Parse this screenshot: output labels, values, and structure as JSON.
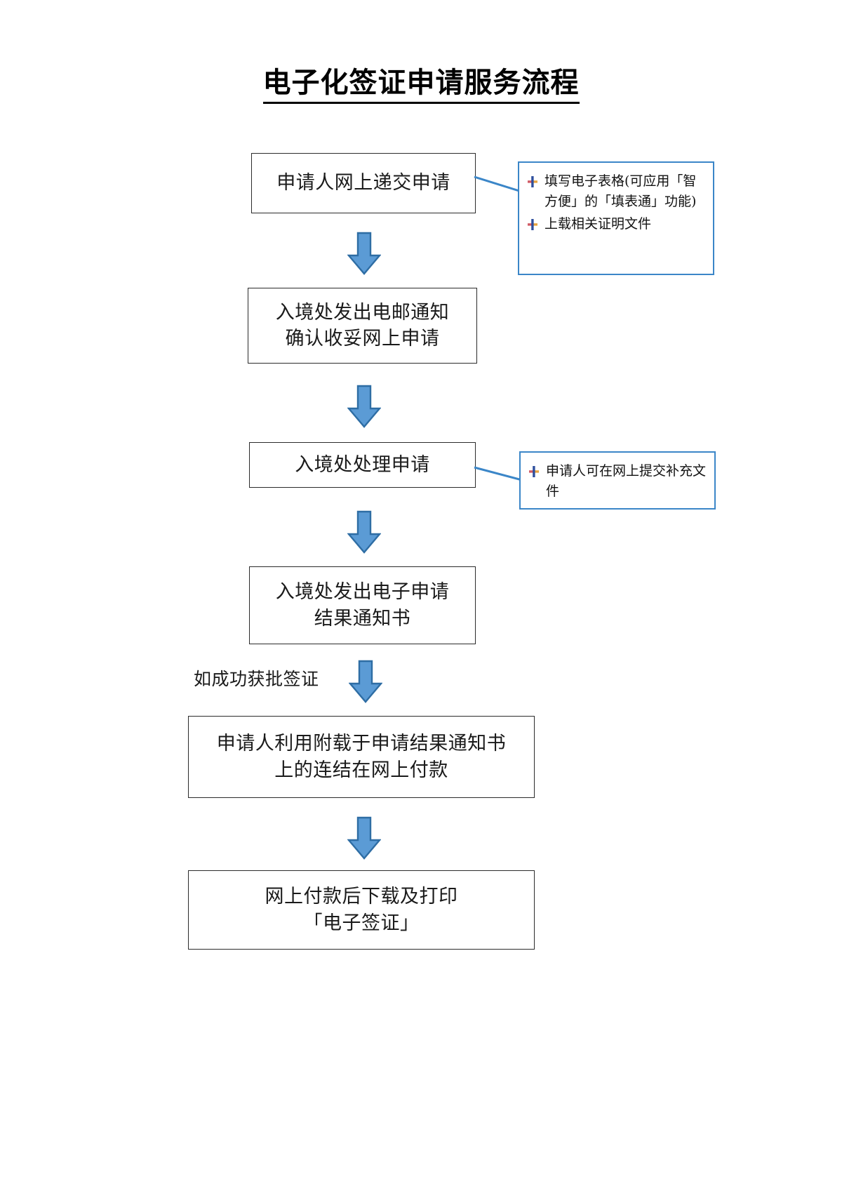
{
  "document": {
    "title": "电子化签证申请服务流程",
    "type": "flowchart"
  },
  "flow": {
    "steps": [
      {
        "id": "step-1",
        "text": "申请人网上递交申请"
      },
      {
        "id": "step-2",
        "text": "入境处发出电邮通知\n确认收妥网上申请"
      },
      {
        "id": "step-3",
        "text": "入境处处理申请"
      },
      {
        "id": "step-4",
        "text": "入境处发出电子申请\n结果通知书"
      },
      {
        "id": "step-5",
        "text": "申请人利用附载于申请结果通知书\n上的连结在网上付款"
      },
      {
        "id": "step-6",
        "text": "网上付款后下载及打印\n「电子签证」"
      }
    ],
    "connector_label": "如成功获批签证",
    "arrow_count": 5
  },
  "notes": [
    {
      "id": "note-1",
      "attached_to": "step-1",
      "items": [
        "填写电子表格(可应用「智方便」的「填表通」功能)",
        "上载相关证明文件"
      ]
    },
    {
      "id": "note-2",
      "attached_to": "step-3",
      "items": [
        "申请人可在网上提交补充文件"
      ]
    }
  ],
  "colors": {
    "arrow_fill": "#5b9bd5",
    "arrow_stroke": "#2e6da4",
    "note_border": "#3b86c8",
    "box_border": "#2b2b2b",
    "text": "#1a1a1a",
    "bullet_blue": "#2f4f9e",
    "bullet_orange": "#e8a33d",
    "bullet_red": "#d05a64"
  }
}
